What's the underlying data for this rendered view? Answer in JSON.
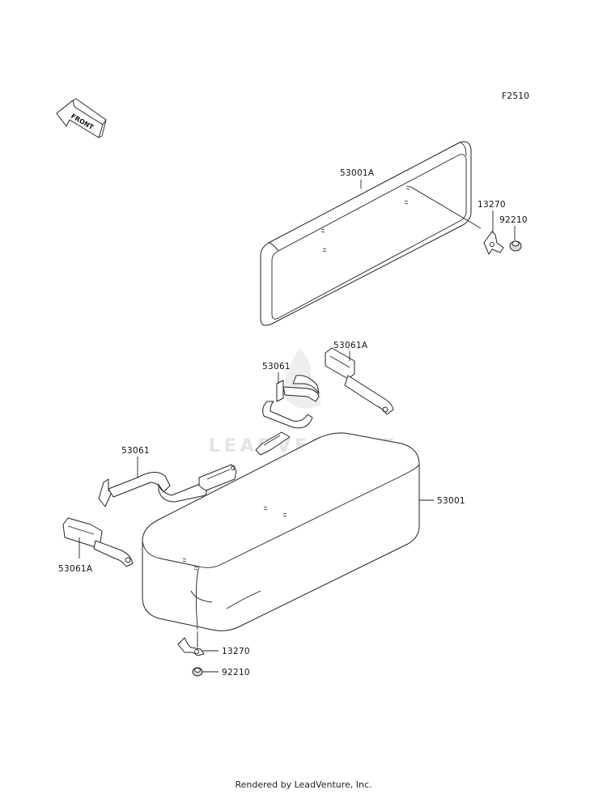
{
  "figure_code": "F2510",
  "front_arrow_text": "FRONT",
  "watermark": "LEADVENTURE",
  "footer": "Rendered by LeadVenture, Inc.",
  "callouts": {
    "backrest": "53001A",
    "bracket_top": "13270",
    "nut_top": "92210",
    "buckle_strap_right": "53061A",
    "belt_middle": "53061",
    "belt_left": "53061",
    "seat": "53001",
    "buckle_strap_left": "53061A",
    "bracket_bottom": "13270",
    "nut_bottom": "92210"
  }
}
